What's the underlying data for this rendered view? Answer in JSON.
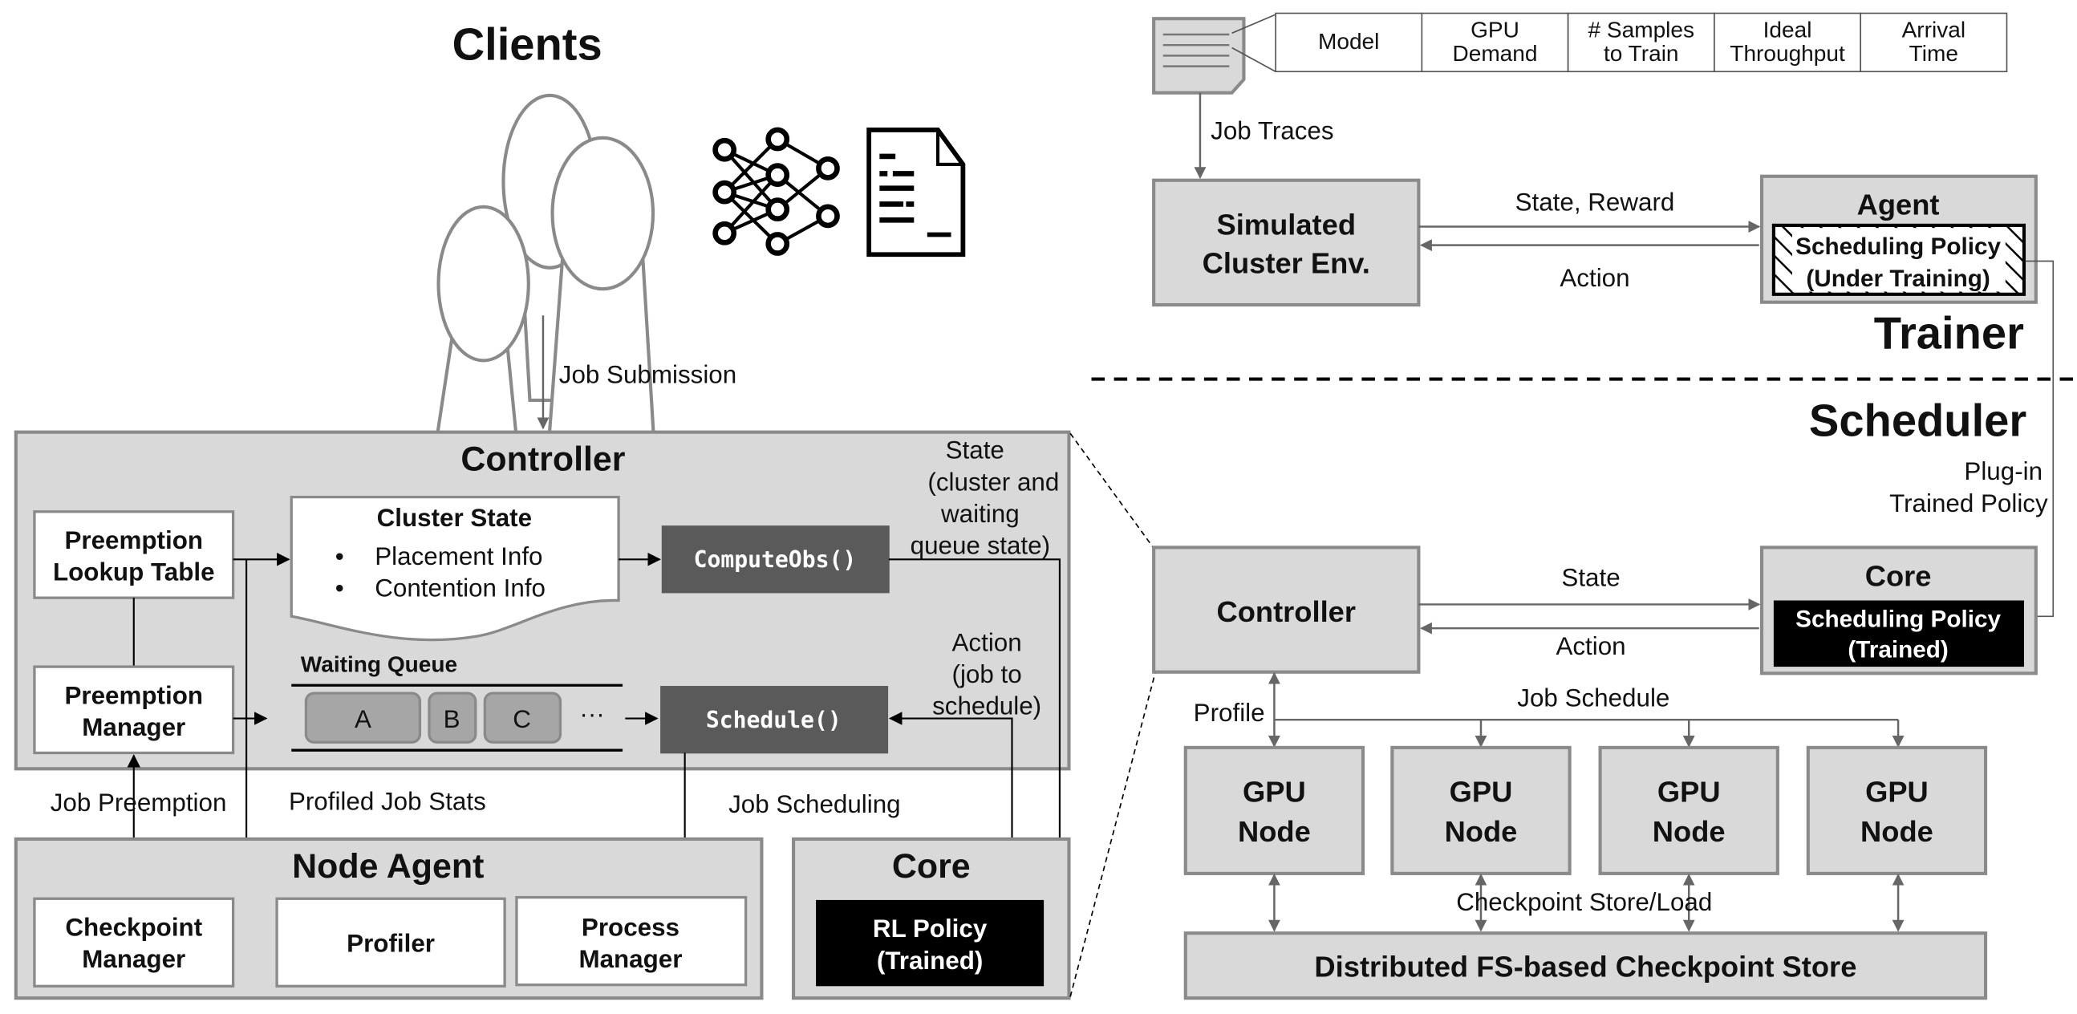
{
  "clients": {
    "title": "Clients",
    "job_submission": "Job Submission"
  },
  "controller": {
    "title": "Controller",
    "preemption_lookup": [
      "Preemption",
      "Lookup Table"
    ],
    "preemption_manager": [
      "Preemption",
      "Manager"
    ],
    "cluster_state": {
      "title": "Cluster State",
      "items": [
        "Placement Info",
        "Contention Info"
      ],
      "bullet": "•"
    },
    "compute_obs": "ComputeObs()",
    "schedule": "Schedule()",
    "waiting_queue": {
      "title": "Waiting Queue",
      "jobs": [
        "A",
        "B",
        "C"
      ],
      "ellipsis": "···"
    },
    "state_label": [
      "State",
      "(cluster and",
      "waiting",
      "queue state)"
    ],
    "action_label": [
      "Action",
      "(job to",
      "schedule)"
    ]
  },
  "links": {
    "job_preemption": "Job Preemption",
    "profiled_job_stats": "Profiled Job Stats",
    "job_scheduling": "Job Scheduling"
  },
  "node_agent": {
    "title": "Node Agent",
    "checkpoint_manager": [
      "Checkpoint",
      "Manager"
    ],
    "profiler": "Profiler",
    "process_manager": [
      "Process",
      "Manager"
    ]
  },
  "core_left": {
    "title": "Core",
    "policy": [
      "RL Policy",
      "(Trained)"
    ]
  },
  "trainer": {
    "section_title": "Trainer",
    "trace_table_headers": [
      [
        "Model"
      ],
      [
        "GPU",
        "Demand"
      ],
      [
        "# Samples",
        "to Train"
      ],
      [
        "Ideal",
        "Throughput"
      ],
      [
        "Arrival",
        "Time"
      ]
    ],
    "job_traces": "Job Traces",
    "sim_env": [
      "Simulated",
      "Cluster Env."
    ],
    "state_reward": "State, Reward",
    "action": "Action",
    "agent_title": "Agent",
    "agent_policy": [
      "Scheduling Policy",
      "(Under Training)"
    ]
  },
  "scheduler": {
    "section_title": "Scheduler",
    "plug_in": [
      "Plug-in",
      "Trained Policy"
    ],
    "controller": "Controller",
    "state": "State",
    "action": "Action",
    "core_title": "Core",
    "core_policy": [
      "Scheduling Policy",
      "(Trained)"
    ],
    "profile": "Profile",
    "job_schedule": "Job Schedule",
    "gpu_nodes": [
      [
        "GPU",
        "Node"
      ],
      [
        "GPU",
        "Node"
      ],
      [
        "GPU",
        "Node"
      ],
      [
        "GPU",
        "Node"
      ]
    ],
    "checkpoint_store_load": "Checkpoint Store/Load",
    "checkpoint_store": "Distributed FS-based Checkpoint Store"
  }
}
